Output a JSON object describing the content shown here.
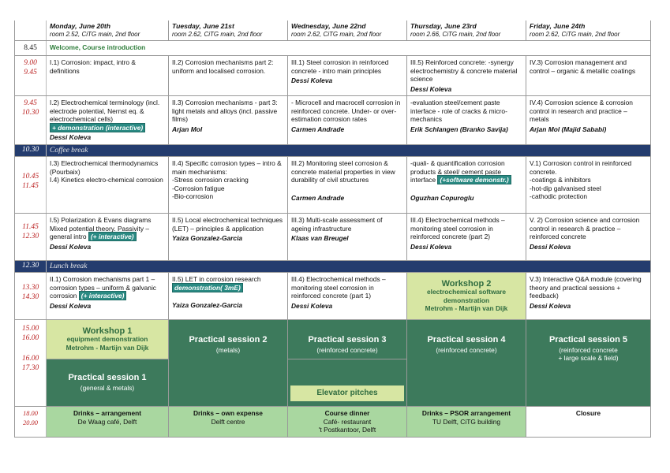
{
  "days": [
    {
      "day": "Monday, June 20th",
      "room": "room 2.52, CiTG main, 2nd floor"
    },
    {
      "day": "Tuesday, June 21st",
      "room": "room 2.62, CiTG main, 2nd floor"
    },
    {
      "day": "Wednesday, June 22nd",
      "room": "room 2.62, CiTG main, 2nd floor"
    },
    {
      "day": "Thursday, June 23rd",
      "room": "room 2.66, CiTG main, 2nd floor"
    },
    {
      "day": "Friday, June 24th",
      "room": "room 2.62, CiTG main, 2nd floor"
    }
  ],
  "welcome": {
    "time": "8.45",
    "text": "Welcome, Course introduction"
  },
  "row1": {
    "time_a": "9.00",
    "time_b": "9.45",
    "mon": "I.1) Corrosion: impact, intro & definitions",
    "tue": "II.2) Corrosion mechanisms part 2: uniform and localised corrosion.",
    "wed": "III.1) Steel corrosion in reinforced concrete - intro main principles",
    "wed_speaker": "Dessi Koleva",
    "thu": "III.5) Reinforced concrete: -synergy electrochemistry & concrete material science",
    "thu_speaker": "Dessi Koleva",
    "fri": "IV.3) Corrosion management and control – organic & metallic coatings"
  },
  "row2": {
    "time_a": "9.45",
    "time_b": "10.30",
    "mon": "I.2) Electrochemical terminology (incl. electrode potential, Nernst eq. & electrochemical cells)",
    "mon_tag": "+ demonstration (interactive)",
    "mon_speaker": "Dessi Koleva",
    "tue": "II.3) Corrosion mechanisms - part 3: light metals and alloys (incl. passive films)",
    "tue_speaker": "Arjan Mol",
    "wed": "- Microcell and macrocell corrosion in reinforced concrete. Under- or over-estimation corrosion rates",
    "wed_speaker": "Carmen Andrade",
    "thu": "-evaluation steel/cement paste interface - role of cracks & micro-mechanics",
    "thu_speaker": "Erik Schlangen (Branko Savija)",
    "fri": "IV.4) Corrosion science & corrosion control in research and practice – metals",
    "fri_speaker": "Arjan Mol  (Majid Sababi)"
  },
  "coffee": {
    "time": "10.30",
    "label": "Coffee break"
  },
  "row3": {
    "time_a": "10.45",
    "time_b": "11.45",
    "mon": "I.3) Electrochemical thermodynamics (Pourbaix)",
    "mon2": "I.4) Kinetics electro-chemical corrosion",
    "tue": "II.4) Specific corrosion types – intro & main mechanisms:",
    "tue_l1": "-Stress corrosion cracking",
    "tue_l2": "-Corrosion fatigue",
    "tue_l3": "-Bio-corrosion",
    "wed": "III.2) Monitoring steel corrosion & concrete material properties in view durability of civil structures",
    "wed_speaker": "Carmen Andrade",
    "thu": "-quali- & quantification corrosion products & steel/ cement paste interface",
    "thu_tag": "(+software demonstr.)",
    "thu_speaker": "Oguzhan Copuroglu",
    "fri": "V.1) Corrosion control in reinforced concrete.",
    "fri_l1": "-coatings & inhibitors",
    "fri_l2": "-hot-dip galvanised steel",
    "fri_l3": "-cathodic protection"
  },
  "row4": {
    "time_a": "11.45",
    "time_b": "12.30",
    "mon": "I.5) Polarization & Evans diagrams Mixed potential theory. Passivity – general intro",
    "mon_tag": "(+ interactive)",
    "mon_speaker": "Dessi Koleva",
    "tue": "II.5) Local electrochemical techniques (LET) – principles & application",
    "tue_speaker": "Yaiza Gonzalez-Garcia",
    "wed": "III.3) Multi-scale assessment of ageing infrastructure",
    "wed_speaker": "Klaas van Breugel",
    "thu": "III.4) Electrochemical methods – monitoring steel corrosion in reinforced concrete (part 2)",
    "thu_speaker": "Dessi Koleva",
    "fri": "V. 2) Corrosion science and corrosion control in research & practice – reinforced concrete",
    "fri_speaker": "Dessi Koleva"
  },
  "lunch": {
    "time": "12.30",
    "label": "Lunch break"
  },
  "row5": {
    "time_a": "13.30",
    "time_b": "14.30",
    "mon": "II.1) Corrosion mechanisms part 1 – corrosion types – uniform & galvanic corrosion",
    "mon_tag": "(+ interactive)",
    "mon_speaker": "Dessi Koleva",
    "tue": "II.5) LET in corrosion research",
    "tue_tag": "demonstration( 3mE)",
    "tue_speaker": "Yaiza Gonzalez-Garcia",
    "wed": "III.4)  Electrochemical methods – monitoring steel corrosion in reinforced concrete (part 1)",
    "wed_speaker": "Dessi Koleva",
    "thu_title": "Workshop 2",
    "thu_l1": "electrochemical software demonstration",
    "thu_l2": "Metrohm - Martijn van Dijk",
    "fri": "V.3) Interactive Q&A module (covering theory and practical sessions + feedback)",
    "fri_speaker": "Dessi Koleva"
  },
  "afternoon": {
    "time_a": "15.00",
    "time_b": "16.00",
    "time_c": "16.00",
    "time_d": "17.30",
    "ws1_title": "Workshop 1",
    "ws1_l1": "equipment demonstration",
    "ws1_l2": "Metrohm - Martijn van Dijk",
    "ps1_title": "Practical session 1",
    "ps1_sub": "(general & metals)",
    "ps2_title": "Practical session 2",
    "ps2_sub": "(metals)",
    "ps3_title": "Practical session 3",
    "ps3_sub": "(reinforced concrete)",
    "elevator": "Elevator pitches",
    "ps4_title": "Practical session 4",
    "ps4_sub": "(reinforced concrete)",
    "ps5_title": "Practical session 5",
    "ps5_sub1": "(reinforced concrete",
    "ps5_sub2": "+ large scale & field)"
  },
  "evening": {
    "time_a": "18.00",
    "time_b": "20.00",
    "mon_t": "Drinks – arrangement",
    "mon_s": "De Waag café, Delft",
    "tue_t": "Drinks – own expense",
    "tue_s": "Delft centre",
    "wed_t": "Course dinner",
    "wed_s": "Café- restaurant",
    "wed_s2": "'t Postkantoor, Delft",
    "thu_t": "Drinks – PSOR arrangement",
    "thu_s": "TU Delft, CiTG building",
    "fri_t": "Closure"
  }
}
